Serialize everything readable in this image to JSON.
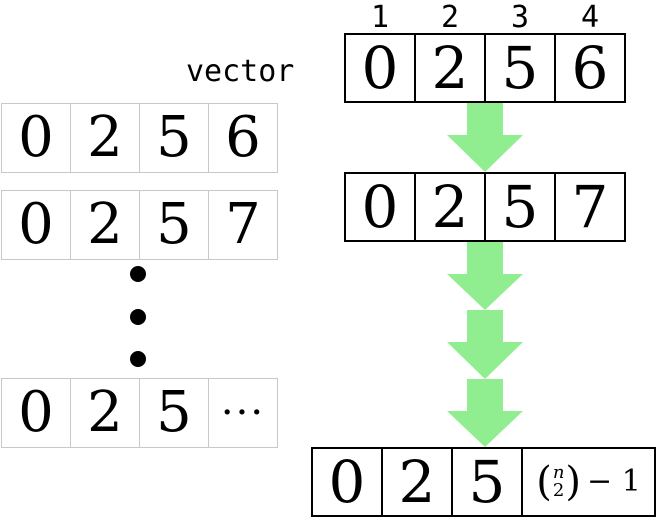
{
  "indices": [
    "1",
    "2",
    "3",
    "4"
  ],
  "vector_label": "vector",
  "vector_row": [
    "0",
    "2",
    "5",
    "6"
  ],
  "next_row": [
    "0",
    "2",
    "5",
    "7"
  ],
  "final_row": {
    "cells": [
      "0",
      "2",
      "5"
    ],
    "formula": {
      "top": "n",
      "bottom": "2",
      "suffix": "− 1"
    }
  },
  "list_rows": [
    [
      "0",
      "2",
      "5",
      "6"
    ],
    [
      "0",
      "2",
      "5",
      "7"
    ],
    [
      "0",
      "2",
      "5",
      "···"
    ]
  ],
  "colors": {
    "arrow": "#90ee90",
    "grid_line": "#c8c8c8",
    "border": "#000000"
  }
}
